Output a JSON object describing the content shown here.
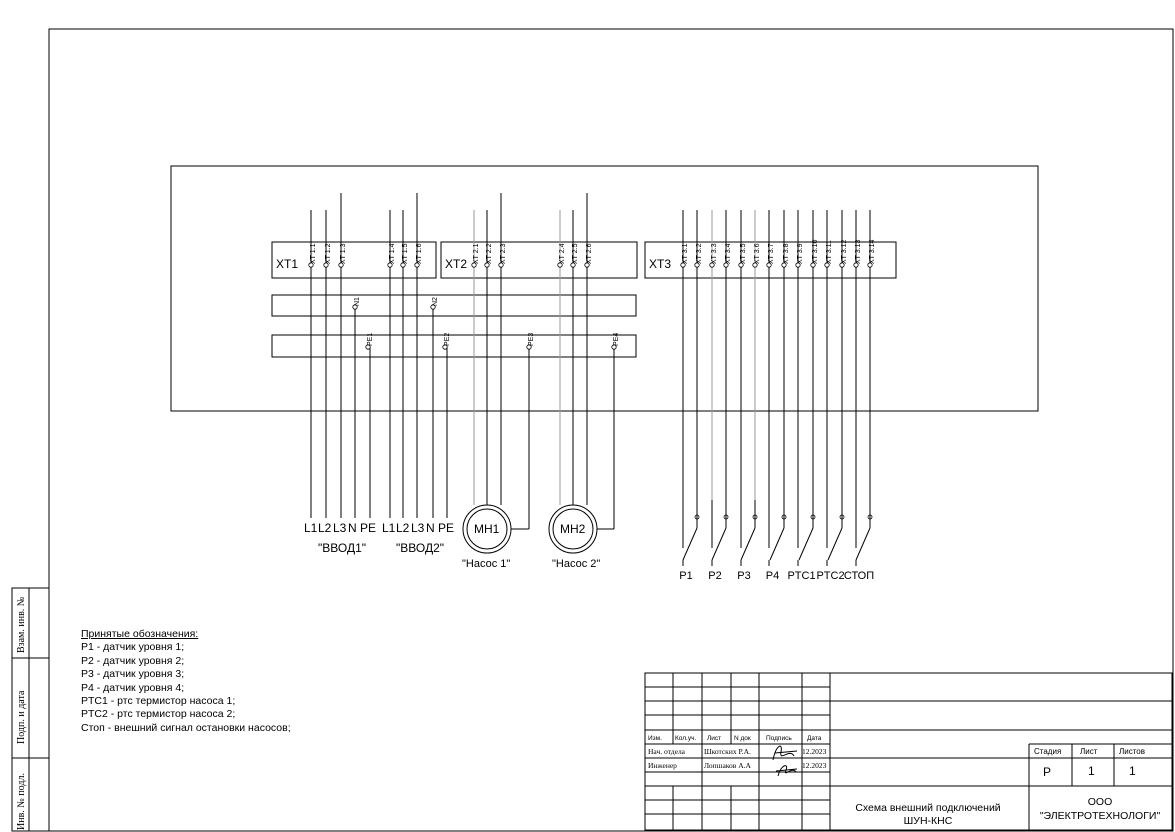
{
  "terminal_blocks": {
    "xt1": "XT1",
    "xt2": "XT2",
    "xt3": "XT3",
    "xt1_terms": [
      "XT 1.1",
      "XT 1.2",
      "XT 1.3",
      "XT 1.4",
      "XT 1.5",
      "XT 1.6"
    ],
    "xt2_terms": [
      "XT 2.1",
      "XT 2.2",
      "XT 2.3",
      "XT 2.4",
      "XT 2.5",
      "XT 2.6"
    ],
    "xt3_terms": [
      "XT 3.1",
      "XT 3.2",
      "XT 3.3",
      "XT 3.4",
      "XT 3.5",
      "XT 3.6",
      "XT 3.7",
      "XT 3.8",
      "XT 3.9",
      "XT 3.10",
      "XT 3.11",
      "XT 3.12",
      "XT 3.13",
      "XT 3.14"
    ],
    "n_terms": [
      "N1",
      "N2"
    ],
    "pe_terms": [
      "PE1",
      "PE2",
      "PE3",
      "PE4"
    ]
  },
  "inputs": {
    "vvod1_wires": [
      "L1",
      "L2",
      "L3",
      "N",
      "PE"
    ],
    "vvod2_wires": [
      "L1",
      "L2",
      "L3",
      "N",
      "PE"
    ],
    "vvod1": "\"ВВОД1\"",
    "vvod2": "\"ВВОД2\""
  },
  "motors": {
    "mh1": "МН1",
    "mh2": "МН2",
    "pump1": "\"Насос 1\"",
    "pump2": "\"Насос 2\""
  },
  "switches": [
    "P1",
    "P2",
    "P3",
    "P4",
    "PTC1",
    "PTC2",
    "СТОП"
  ],
  "legend": {
    "title": "Принятые обозначения:",
    "items": [
      "P1 - датчик уровня 1;",
      "P2 - датчик уровня 2;",
      "P3 - датчик уровня 3;",
      "P4 - датчик уровня 4;",
      "PTC1 - ртс термистор насоса 1;",
      "PTC2 - ртс термистор насоса 2;",
      "Стоп - внешний сигнал остановки насосов;"
    ]
  },
  "side_stamp": [
    "Взам. инв. №",
    "Подп. и дата",
    "Инв. № подл."
  ],
  "title_block": {
    "headers": [
      "Изм.",
      "Кол.уч.",
      "Лист",
      "N док",
      "Подпись",
      "Дата"
    ],
    "rows": [
      {
        "role": "Нач. отдела",
        "name": "Шкотских Р.А.",
        "date": "12.2023"
      },
      {
        "role": "Инженер",
        "name": "Лопшаков А.А",
        "date": "12.2023"
      }
    ],
    "stage_header": "Стадия",
    "sheet_header": "Лист",
    "sheets_header": "Листов",
    "stage": "Р",
    "sheet": "1",
    "sheets": "1",
    "doc_title_1": "Схема внешний подключений",
    "doc_title_2": "ШУН-КНС",
    "org_1": "ООО",
    "org_2": "\"ЭЛЕКТРОТЕХНОЛОГИ\""
  }
}
